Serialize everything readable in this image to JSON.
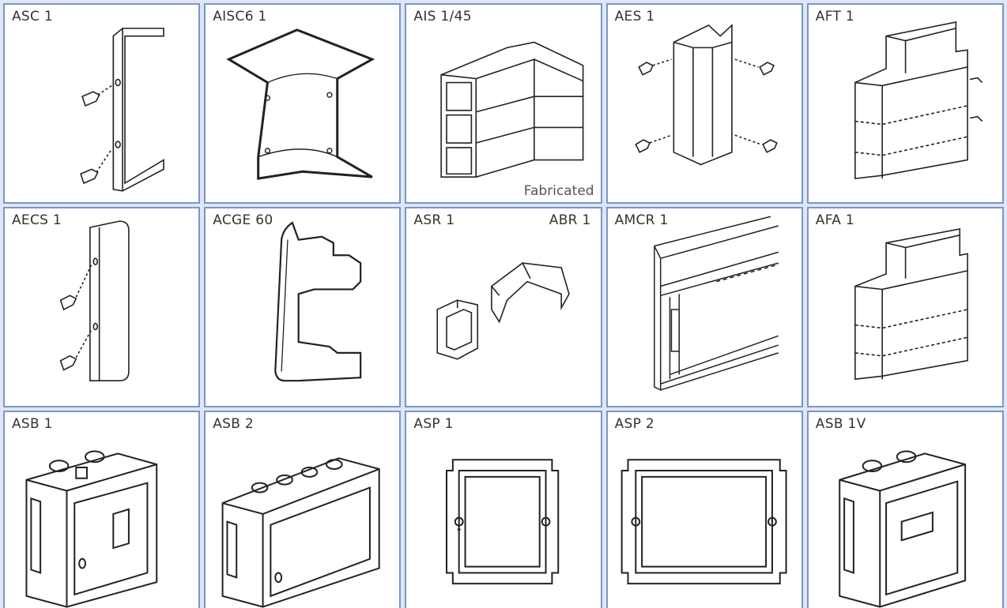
{
  "products": [
    {
      "code": "ASC 1",
      "icon": "straight-coupler-icon"
    },
    {
      "code": "AISC6 1",
      "icon": "internal-coupler-icon"
    },
    {
      "code": "AIS 1/45",
      "note": "Fabricated",
      "icon": "internal-bend-45-icon"
    },
    {
      "code": "AES 1",
      "icon": "external-angle-icon"
    },
    {
      "code": "AFT 1",
      "icon": "flat-tee-icon"
    },
    {
      "code": "AECS 1",
      "icon": "end-cap-icon"
    },
    {
      "code": "ACGE 60",
      "icon": "cover-edge-icon"
    },
    {
      "code": "ASR 1",
      "code2": "ABR 1",
      "icon": "skirting-reducer-icon"
    },
    {
      "code": "AMCR 1",
      "icon": "multi-compartment-trunking-icon"
    },
    {
      "code": "AFA 1",
      "icon": "flat-angle-icon"
    },
    {
      "code": "ASB 1",
      "icon": "single-socket-box-icon"
    },
    {
      "code": "ASB 2",
      "icon": "double-socket-box-icon"
    },
    {
      "code": "ASP 1",
      "icon": "single-socket-plate-icon"
    },
    {
      "code": "ASP 2",
      "icon": "double-socket-plate-icon"
    },
    {
      "code": "ASB 1V",
      "icon": "single-socket-box-vertical-icon"
    }
  ],
  "colors": {
    "frame": "#7b96c9",
    "background": "#dfe6f4",
    "line": "#222222"
  }
}
